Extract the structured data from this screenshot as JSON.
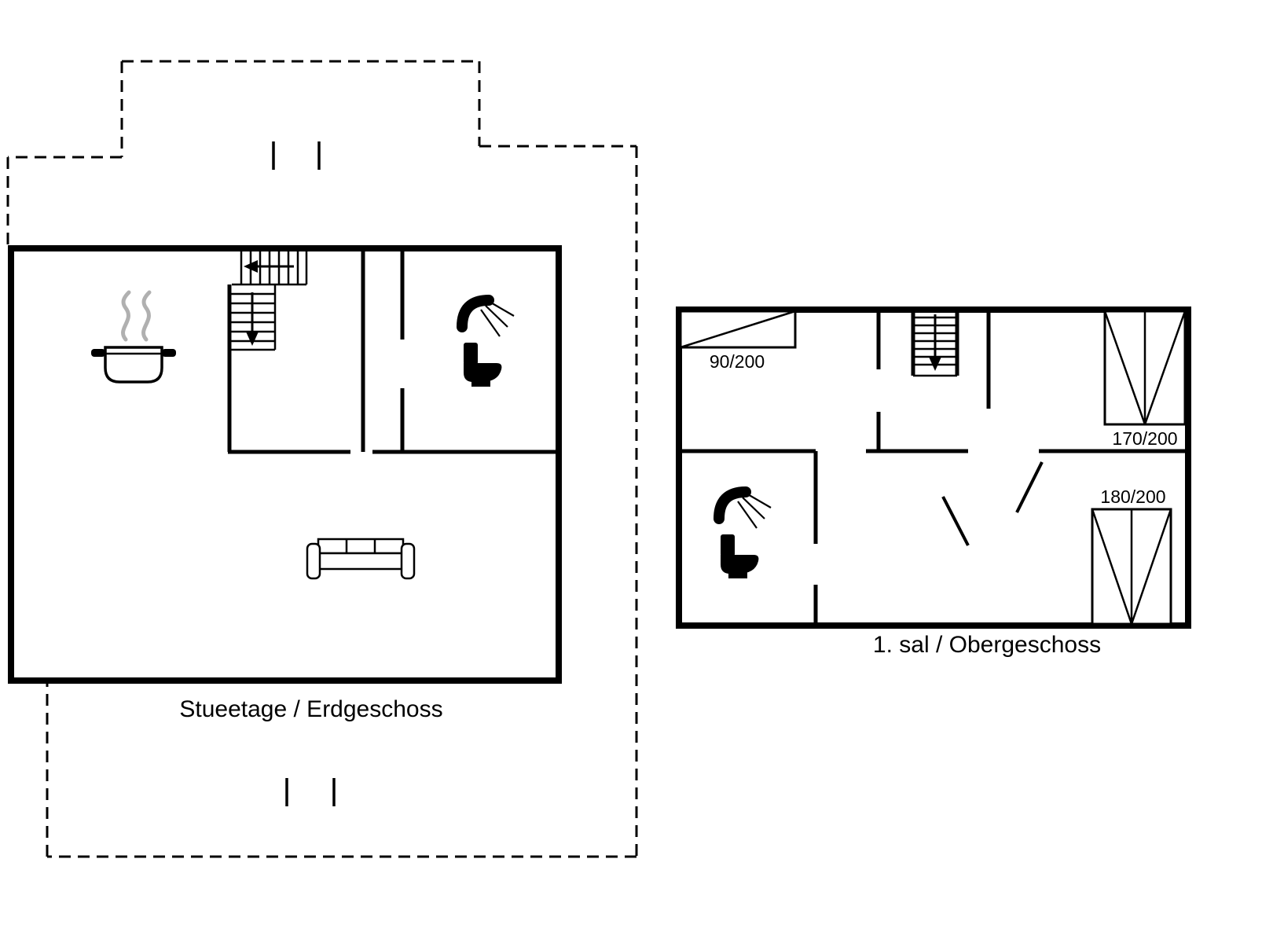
{
  "diagram": {
    "type": "floor-plan",
    "colors": {
      "line": "#000000",
      "background": "#ffffff",
      "steam": "#b0b0b0"
    },
    "floors": [
      {
        "label": "Stueetage / Erdgeschoss",
        "icons": [
          "staircase-up-icon",
          "cooking-pot-icon",
          "steam-icon",
          "shower-icon",
          "toilet-icon",
          "sofa-icon",
          "terrace-dashed-outline"
        ]
      },
      {
        "label": "1. sal / Obergeschoss",
        "icons": [
          "staircase-down-icon",
          "shower-icon",
          "toilet-icon",
          "bed-icon"
        ],
        "beds": [
          {
            "size": "90/200"
          },
          {
            "size": "170/200"
          },
          {
            "size": "180/200"
          }
        ]
      }
    ]
  }
}
